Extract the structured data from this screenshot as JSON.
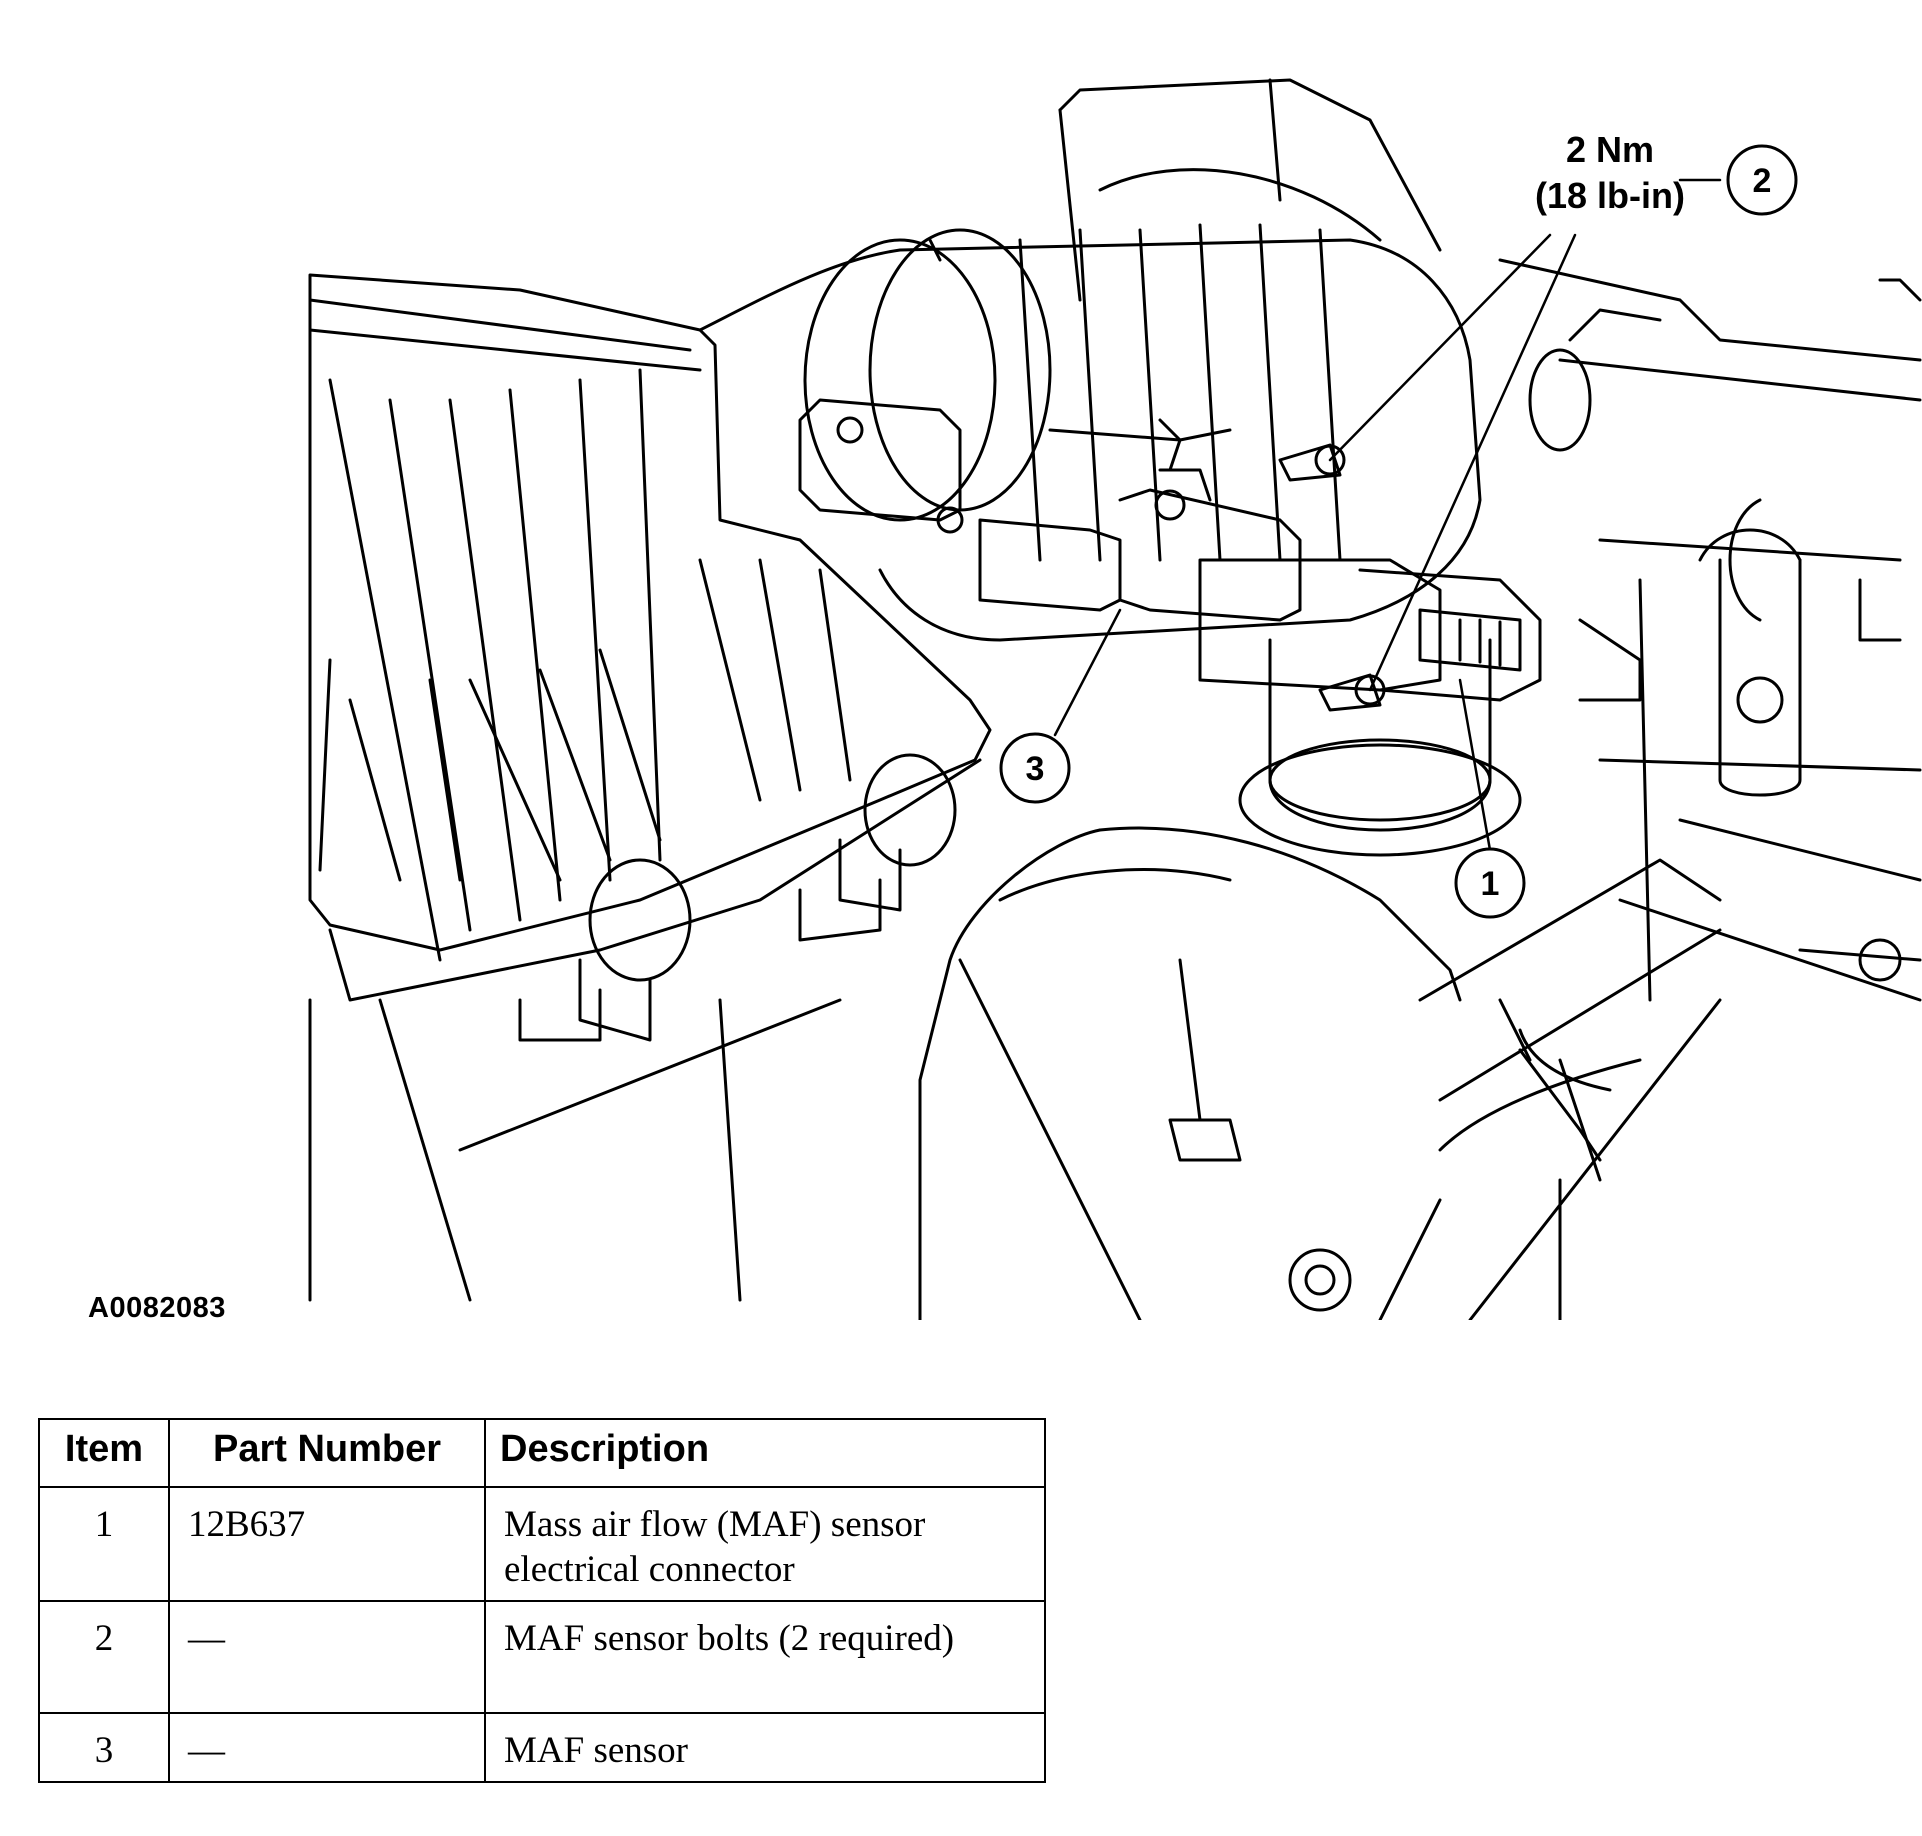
{
  "figure": {
    "id": "A0082083",
    "torque_line1": "2 Nm",
    "torque_line2": "(18 lb-in)",
    "callouts": [
      "1",
      "2",
      "3"
    ]
  },
  "table": {
    "headers": {
      "item": "Item",
      "part": "Part Number",
      "desc": "Description"
    },
    "rows": [
      {
        "item": "1",
        "part": "12B637",
        "desc": "Mass air flow (MAF) sensor electrical connector"
      },
      {
        "item": "2",
        "part": "—",
        "desc": "MAF sensor bolts (2 required)"
      },
      {
        "item": "3",
        "part": "—",
        "desc": "MAF sensor"
      }
    ]
  }
}
